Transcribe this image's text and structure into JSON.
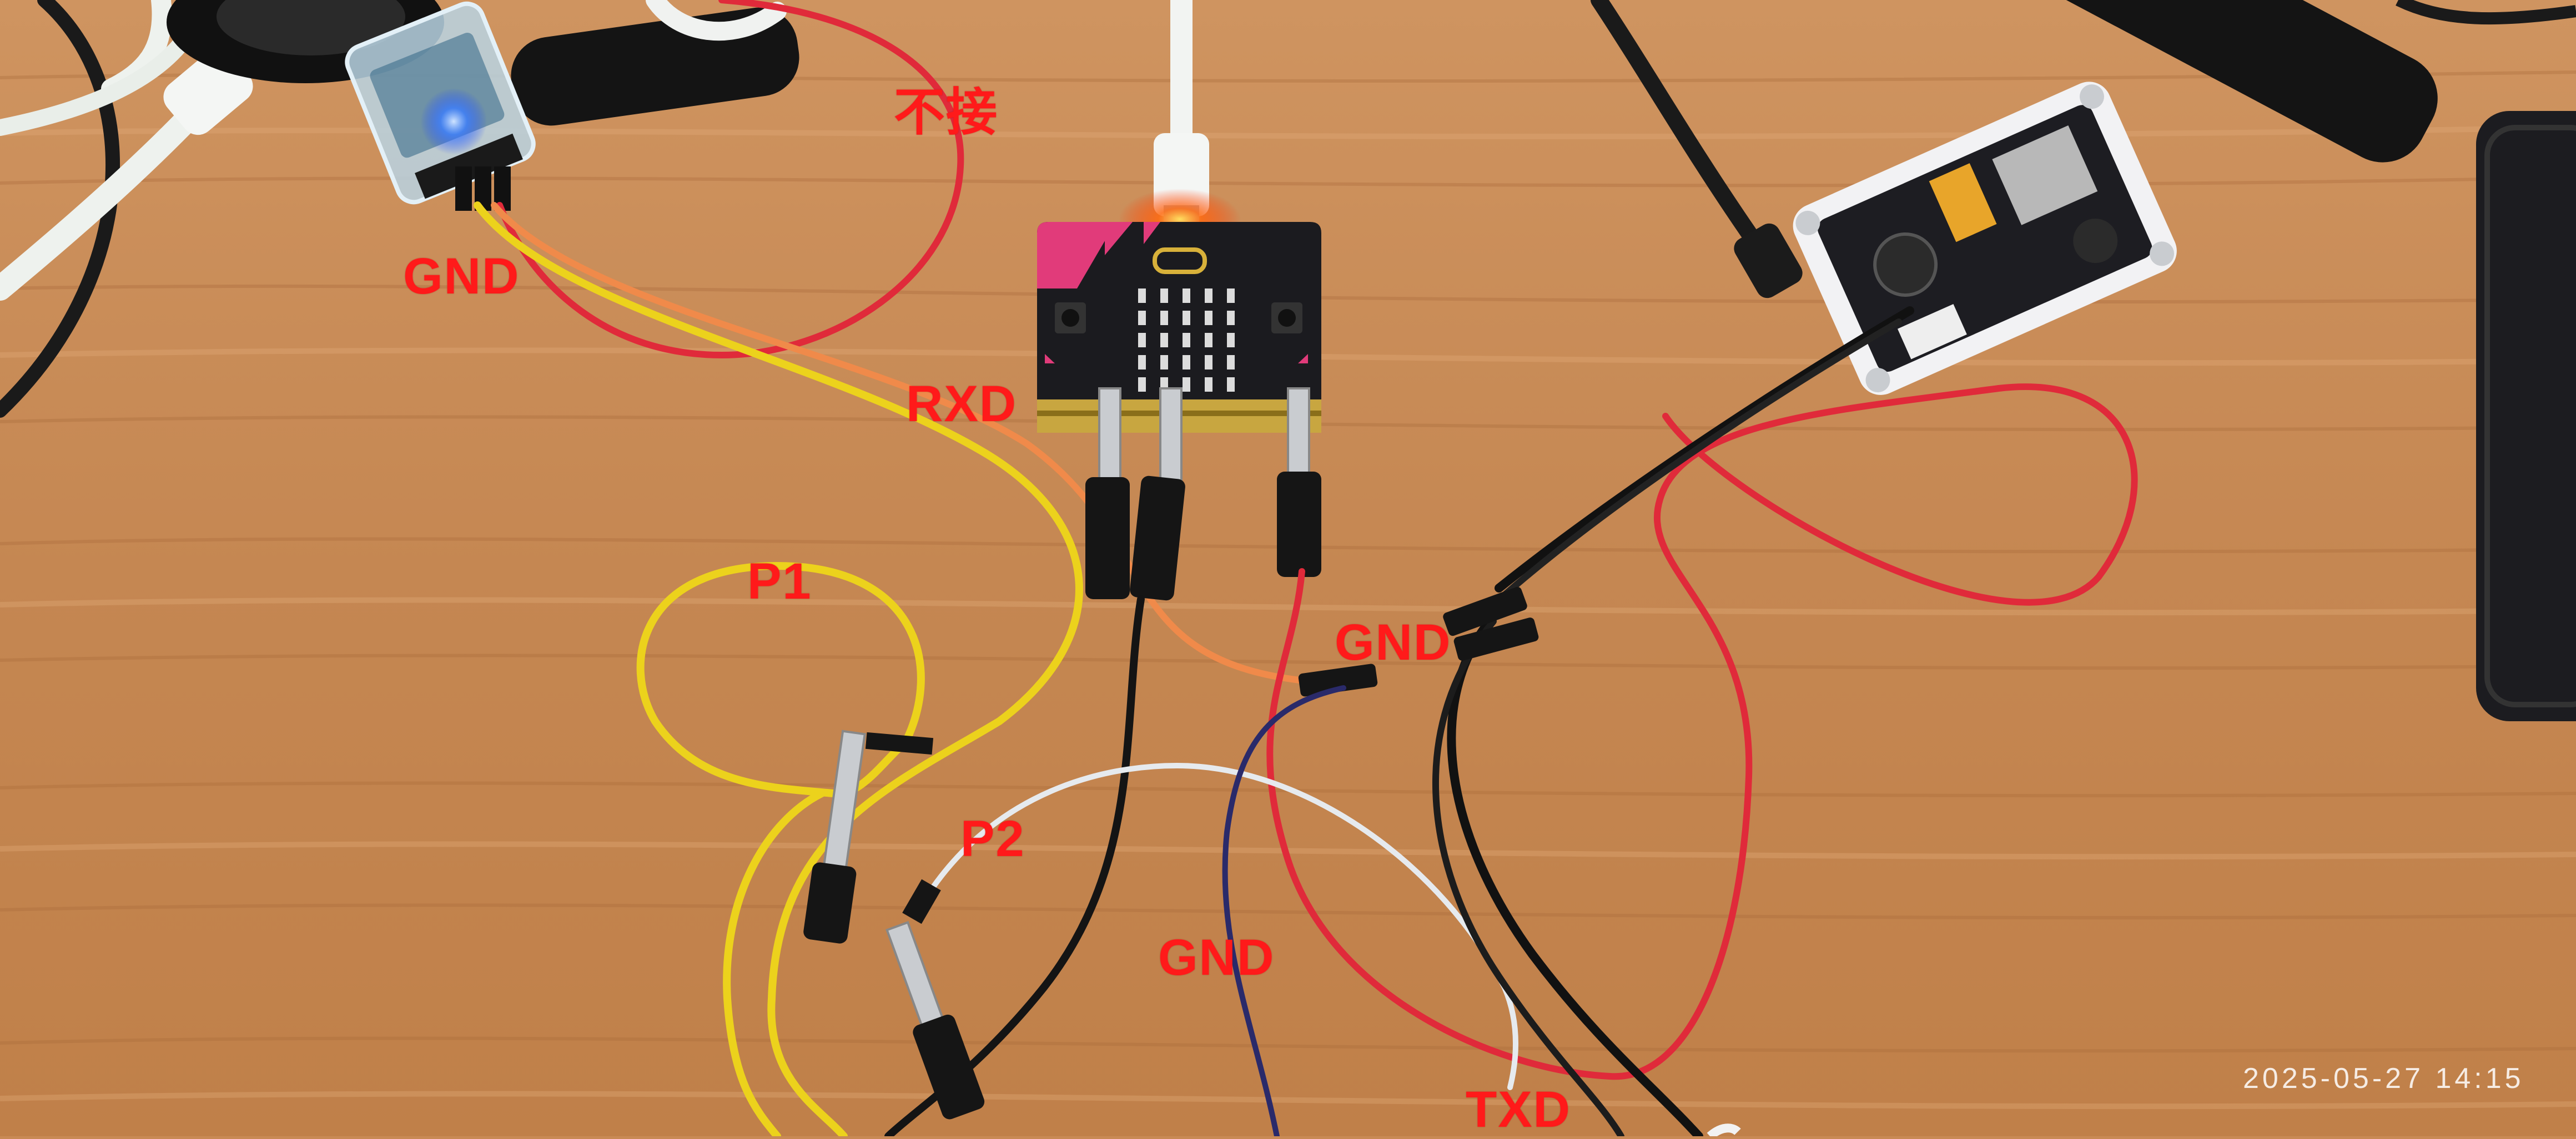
{
  "labels": {
    "not_connected": "不接",
    "gnd_usb": "GND",
    "rxd": "RXD",
    "p1": "P1",
    "p2": "P2",
    "gnd_mid": "GND",
    "gnd_bottom": "GND",
    "txd": "TXD"
  },
  "timestamp": "2025-05-27 14:15"
}
